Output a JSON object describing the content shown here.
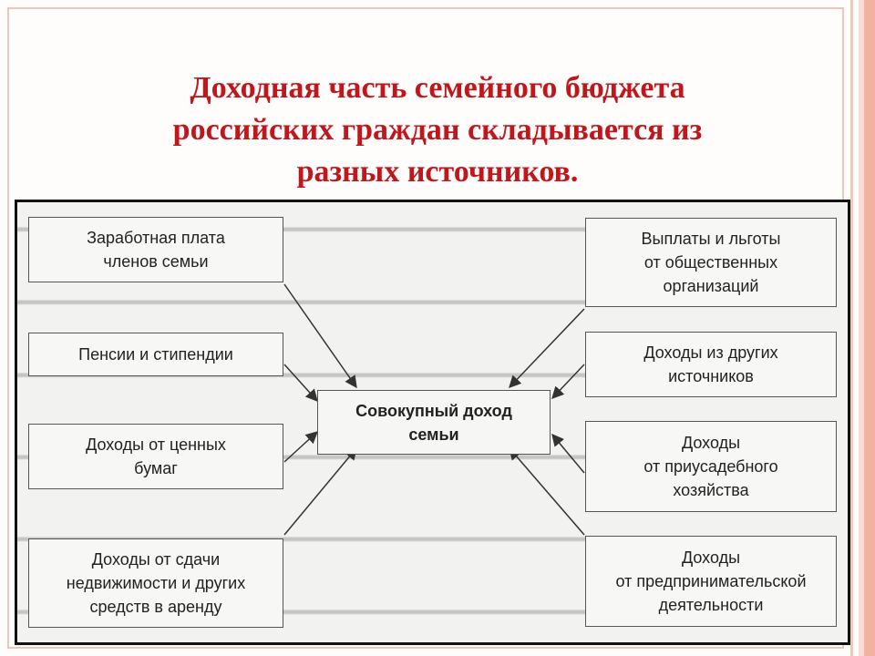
{
  "title": {
    "lines": [
      "Доходная часть семейного бюджета",
      "российских граждан складывается из",
      "разных источников."
    ]
  },
  "diagram": {
    "center": {
      "lines": [
        "Совокупный доход",
        "семьи"
      ]
    },
    "left_sources": [
      {
        "lines": [
          "Заработная плата",
          "членов семьи"
        ]
      },
      {
        "lines": [
          "Пенсии и стипендии"
        ]
      },
      {
        "lines": [
          "Доходы от ценных",
          "бумаг"
        ]
      },
      {
        "lines": [
          "Доходы от сдачи",
          "недвижимости и других",
          "средств в аренду"
        ]
      }
    ],
    "right_sources": [
      {
        "lines": [
          "Выплаты и льготы",
          "от общественных",
          "организаций"
        ]
      },
      {
        "lines": [
          "Доходы из других",
          "источников"
        ]
      },
      {
        "lines": [
          "Доходы",
          "от приусадебного",
          "хозяйства"
        ]
      },
      {
        "lines": [
          "Доходы",
          "от предпринимательской",
          "деятельности"
        ]
      }
    ],
    "arrow_color": "#333333"
  },
  "colors": {
    "title": "#c0171d",
    "frame": "#e8c7bd",
    "stripe": "#f1b3a1",
    "panel_border": "#111111"
  }
}
